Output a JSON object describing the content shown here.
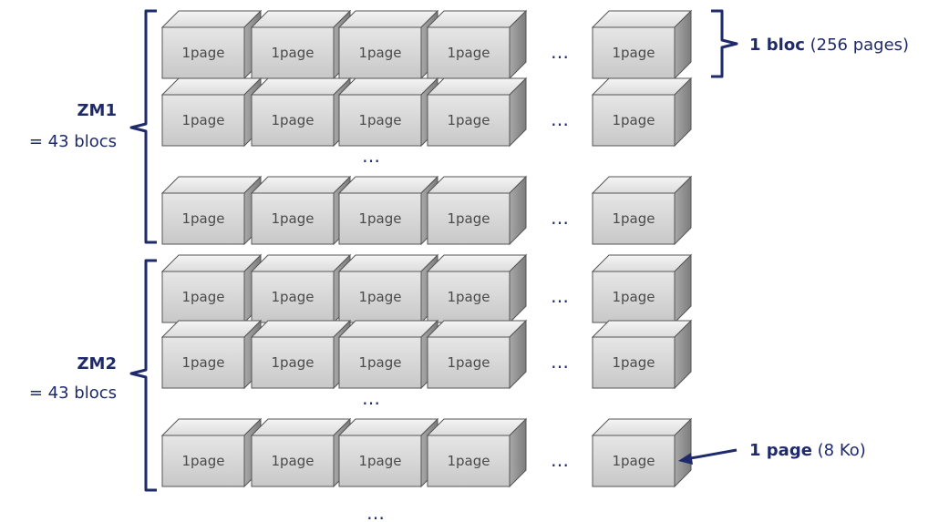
{
  "cube_label": "1page",
  "ellipsis": "…",
  "zones": [
    {
      "name": "ZM1",
      "count": "= 43 blocs"
    },
    {
      "name": "ZM2",
      "count": "= 43 blocs"
    }
  ],
  "annotations": {
    "bloc": {
      "bold": "1 bloc",
      "normal": " (256 pages)"
    },
    "page": {
      "bold": "1 page",
      "normal": " (8 Ko)"
    }
  },
  "colors": {
    "cube_front": "#d9d9d9",
    "cube_top": "#eeeeee",
    "cube_side": "#9c9c9c",
    "cube_stroke": "#555555",
    "accent": "#1f2a6b"
  }
}
